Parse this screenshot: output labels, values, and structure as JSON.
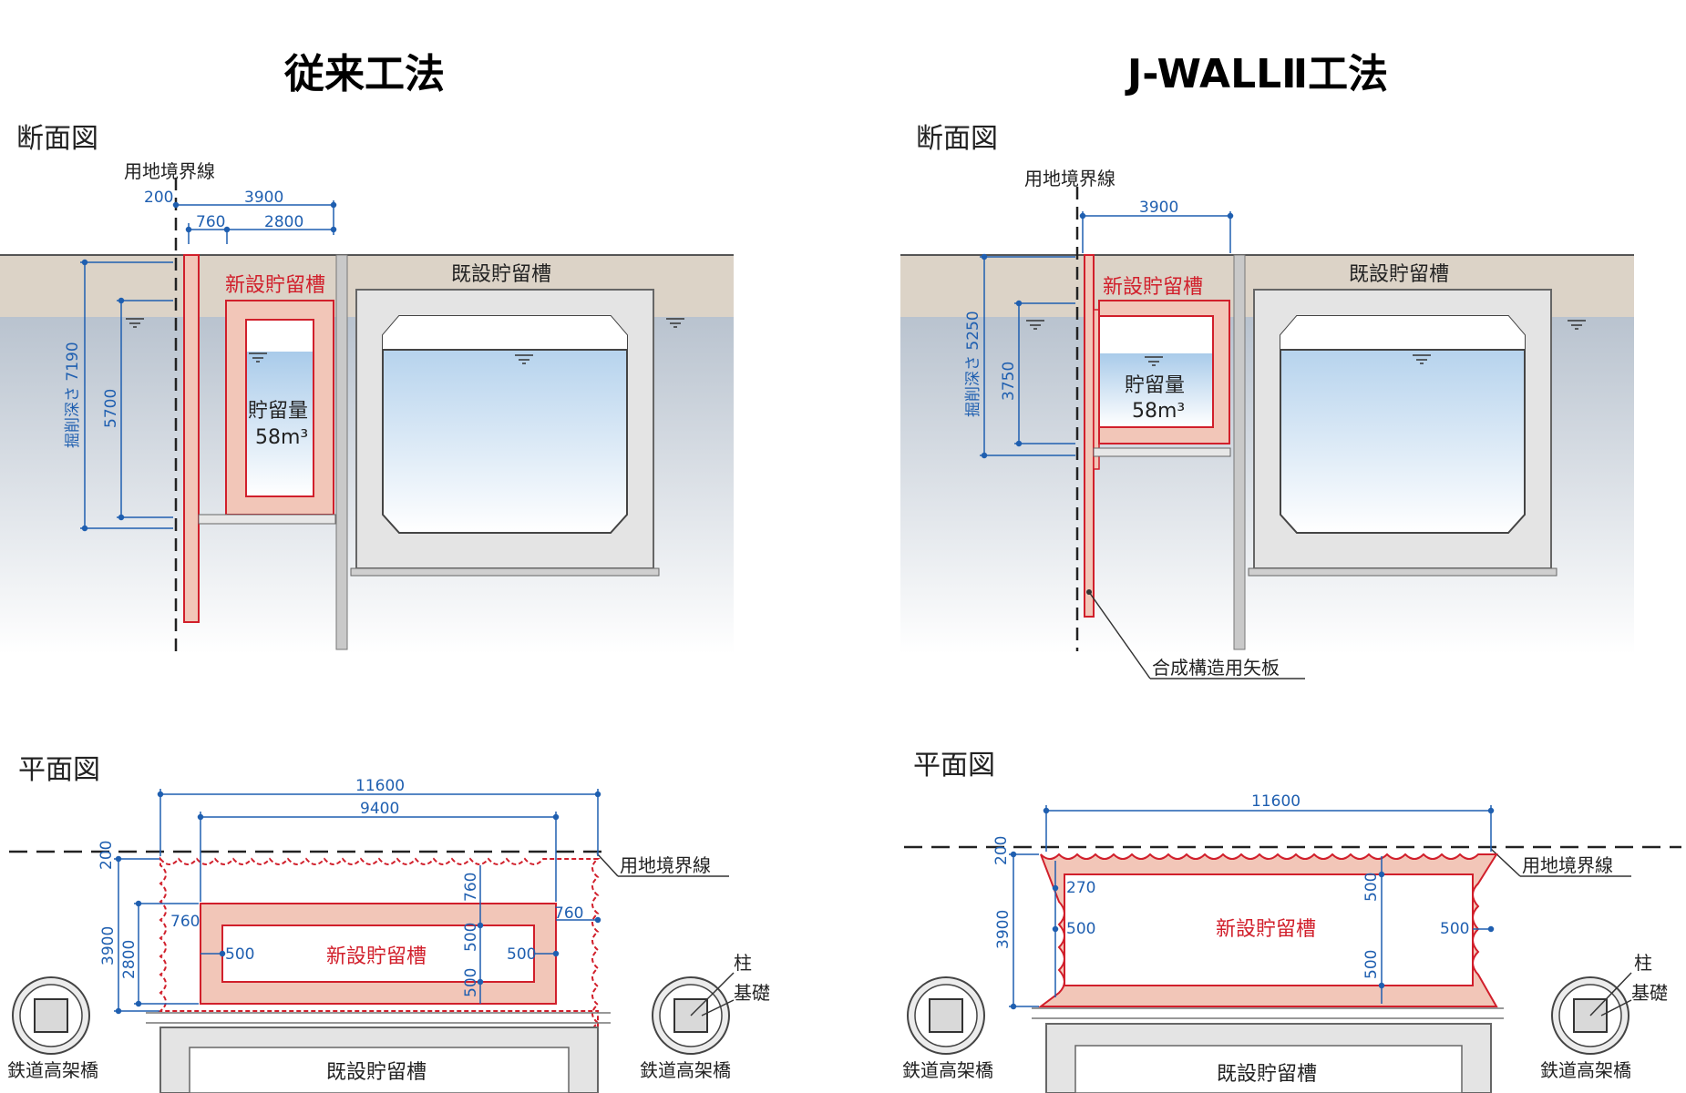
{
  "left": {
    "heading": "従来工法",
    "section_label": "断面図",
    "plan_label": "平面図",
    "boundary_label": "用地境界線",
    "dims_section": {
      "d200": "200",
      "d3900": "3900",
      "d760": "760",
      "d2800": "2800",
      "depth": "掘削深さ 7190",
      "d5700": "5700"
    },
    "new_tank": "新設貯留槽",
    "existing_tank": "既設貯留槽",
    "capacity_title": "貯留量",
    "capacity_value": "58m³",
    "plan": {
      "d11600": "11600",
      "d9400": "9400",
      "d200": "200",
      "d3900": "3900",
      "d2800": "2800",
      "d760a": "760",
      "d760b": "760",
      "d760c": "760",
      "d500a": "500",
      "d500b": "500",
      "d500c": "500",
      "d500d": "500",
      "boundary_label": "用地境界線",
      "new_tank": "新設貯留槽",
      "existing_tank": "既設貯留槽",
      "pillar": "柱",
      "foundation": "基礎",
      "viaduct_left": "鉄道高架橋",
      "viaduct_right": "鉄道高架橋"
    }
  },
  "right": {
    "heading": "J-WALLⅡ工法",
    "section_label": "断面図",
    "plan_label": "平面図",
    "boundary_label": "用地境界線",
    "dims_section": {
      "d3900": "3900",
      "depth": "掘削深さ 5250",
      "d3750": "3750"
    },
    "new_tank": "新設貯留槽",
    "existing_tank": "既設貯留槽",
    "capacity_title": "貯留量",
    "capacity_value": "58m³",
    "sheet_pile": "合成構造用矢板",
    "plan": {
      "d11600": "11600",
      "d200": "200",
      "d3900": "3900",
      "d270": "270",
      "d500a": "500",
      "d500b": "500",
      "d500c": "500",
      "d500d": "500",
      "boundary_label": "用地境界線",
      "new_tank": "新設貯留槽",
      "existing_tank": "既設貯留槽",
      "pillar": "柱",
      "foundation": "基礎",
      "viaduct_left": "鉄道高架橋",
      "viaduct_right": "鉄道高架橋"
    }
  },
  "colors": {
    "ground": "#dcd3c7",
    "water_sky": "#bcd7ef",
    "wall_fill": "#f2c6b8",
    "red": "#d11f2b",
    "dim_blue": "#1f5fb0",
    "concrete": "#d8d8d8"
  }
}
